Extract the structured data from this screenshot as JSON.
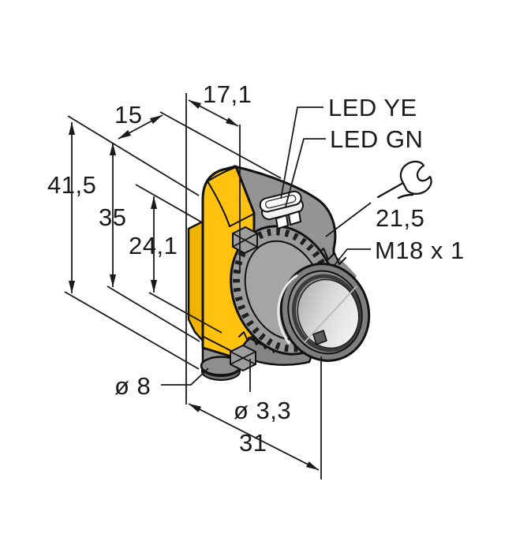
{
  "drawing": {
    "type": "technical dimension drawing",
    "subject": "Photoelectric sensor with M18 threaded lens barrel, isometric view",
    "background_color": "#ffffff",
    "line_color": "#1a1a1a"
  },
  "colors": {
    "housing_yellow": "#ffc20e",
    "housing_yellow_shaded": "#f0b400",
    "housing_gray": "#949494",
    "nut_gray": "#9c9c9c",
    "lens_glass_light": "#f0f0f0",
    "led_window_white": "#ffffff"
  },
  "annotations": {
    "head_depth": {
      "text": "17,1",
      "kind": "linear-dimension"
    },
    "body_width": {
      "text": "15",
      "kind": "linear-dimension"
    },
    "overall_height": {
      "text": "41,5",
      "kind": "linear-dimension"
    },
    "body_height": {
      "text": "35",
      "kind": "linear-dimension"
    },
    "optical_axis_height": {
      "text": "24,1",
      "kind": "linear-dimension"
    },
    "overall_depth": {
      "text": "31",
      "kind": "linear-dimension"
    },
    "led_yellow_callout": {
      "text": "LED YE",
      "kind": "leader-callout"
    },
    "led_green_callout": {
      "text": "LED GN",
      "kind": "leader-callout"
    },
    "wrench_size": {
      "text": "21,5",
      "kind": "leader-callout",
      "icon": "wrench-icon"
    },
    "thread_spec": {
      "text": "M18 x 1",
      "kind": "leader-callout"
    },
    "connector_diameter": {
      "text": "ø 8",
      "kind": "leader-callout"
    },
    "mounting_hole_diameter": {
      "text": "ø 3,3",
      "kind": "leader-callout"
    }
  }
}
